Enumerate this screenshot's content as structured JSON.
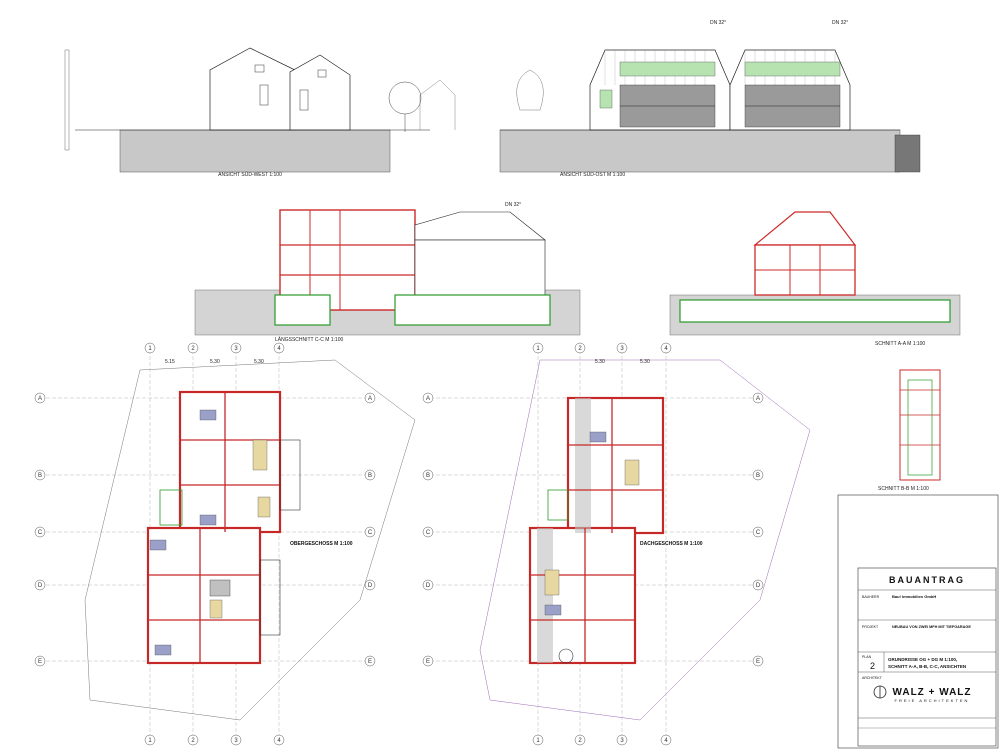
{
  "views": {
    "ansicht_sw": "ANSICHT SÜD-WEST 1:100",
    "ansicht_so": "ANSICHT SÜD-OST M 1:100",
    "laengsschnitt": "LÄNGSSCHNITT C-C M 1:100",
    "schnitt_aa": "SCHNITT A-A M 1:100",
    "schnitt_bb": "SCHNITT B-B M 1:100",
    "obergeschoss": "OBERGESCHOSS M 1:100",
    "dachgeschoss": "DACHGESCHOSS M 1:100"
  },
  "roof_labels": {
    "dn_left": "DN 32°",
    "dn_right": "DN 32°",
    "dn_section": "DN 32°"
  },
  "grid": {
    "rows": [
      "A",
      "B",
      "C",
      "D",
      "E"
    ],
    "cols": [
      "1",
      "2",
      "3",
      "4"
    ]
  },
  "dims": [
    "5.15",
    "5.30",
    "5.30"
  ],
  "titleblock": {
    "heading": "BAUANTRAG",
    "bauherr_label": "BAUHERR",
    "bauherr": "Bau! Immobilien GmbH",
    "projekt_label": "PROJEKT",
    "projekt": "NEUBAU VON ZWEI MFH MIT TIEFGARAGE",
    "plan_label": "PLAN",
    "plan_no": "2",
    "plan_title_1": "GRUNDRISSE OG + DG M 1:100,",
    "plan_title_2": "SCHNITT A-A, B-B, C-C, ANSICHTEN",
    "architekt_label": "ARCHITEKT",
    "logo": "WALZ + WALZ",
    "logo_sub": "FREIE ARCHITEKTEN"
  }
}
